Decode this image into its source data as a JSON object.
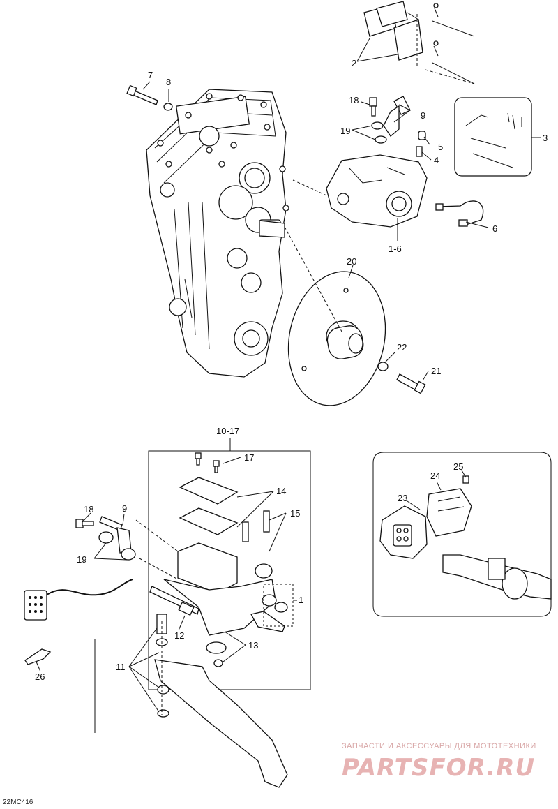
{
  "callouts": {
    "c7": "7",
    "c8": "8",
    "c2": "2",
    "c18a": "18",
    "c9a": "9",
    "c19a": "19",
    "c5": "5",
    "c4": "4",
    "c3": "3",
    "c6": "6",
    "c1_6": "1-6",
    "c20": "20",
    "c22": "22",
    "c21": "21",
    "c10_17": "10-17",
    "c17": "17",
    "c14": "14",
    "c15": "15",
    "c18b": "18",
    "c9b": "9",
    "c19b": "19",
    "c1": "1",
    "c12": "12",
    "c13": "13",
    "c11": "11",
    "c26": "26",
    "c25": "25",
    "c24": "24",
    "c23": "23"
  },
  "watermark": {
    "tagline": "ЗАПЧАСТИ И АКСЕССУАРЫ ДЛЯ МОТОТЕХНИКИ",
    "logo": "PARTSFOR.RU"
  },
  "drawing_code": "22MC416"
}
